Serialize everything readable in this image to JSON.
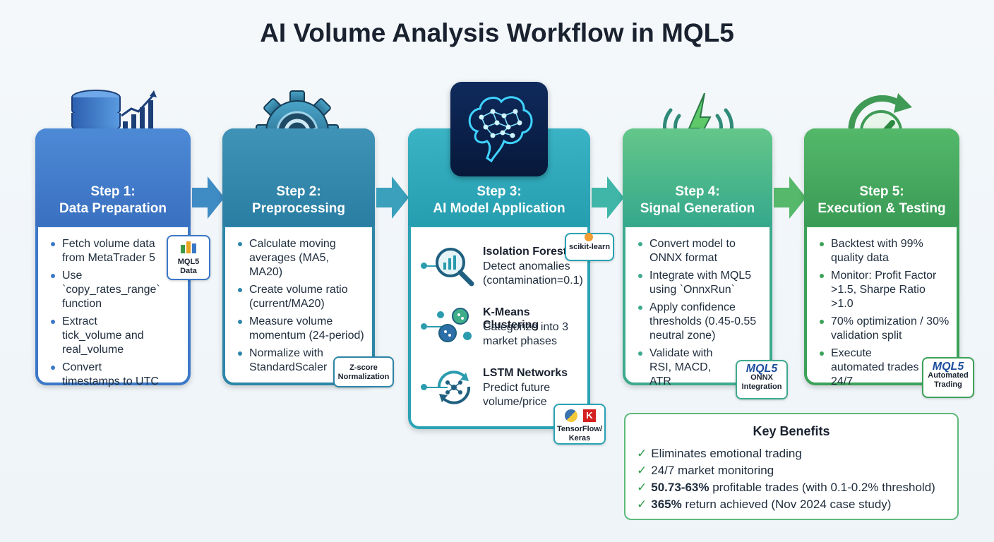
{
  "title": "AI Volume Analysis Workflow in MQL5",
  "steps": [
    {
      "label": "Step 1:",
      "name": "Data Preparation",
      "bullets": [
        "Fetch volume data from MetaTrader 5",
        "Use `copy_rates_range` function",
        "Extract tick_volume and real_volume",
        "Convert timestamps to UTC"
      ],
      "badge": {
        "line1": "MQL5",
        "line2": "Data"
      }
    },
    {
      "label": "Step 2:",
      "name": "Preprocessing",
      "bullets": [
        "Calculate moving averages (MA5, MA20)",
        "Create volume ratio (current/MA20)",
        "Measure volume momentum (24-period)",
        "Normalize with StandardScaler"
      ],
      "badge": {
        "line1": "Z-score",
        "line2": "Normalization"
      }
    },
    {
      "label": "Step 3:",
      "name": "AI Model Application",
      "models": [
        {
          "name": "Isolation Forest",
          "desc": "Detect anomalies (contamination=0.1)"
        },
        {
          "name": "K-Means Clustering",
          "desc": "Categorize into 3 market phases"
        },
        {
          "name": "LSTM Networks",
          "desc": "Predict future volume/price"
        }
      ],
      "badge_top": "scikit-learn",
      "badge_bottom": {
        "line1": "TensorFlow/",
        "line2": "Keras"
      }
    },
    {
      "label": "Step 4:",
      "name": "Signal Generation",
      "bullets": [
        "Convert model to ONNX format",
        "Integrate with MQL5 using `OnnxRun`",
        "Apply confidence thresholds (0.45-0.55 neutral zone)",
        "Validate with RSI, MACD, ATR"
      ],
      "badge": {
        "logo": "MQL5",
        "line1": "ONNX",
        "line2": "Integration"
      }
    },
    {
      "label": "Step 5:",
      "name": "Execution & Testing",
      "bullets": [
        "Backtest with 99% quality data",
        "Monitor: Profit Factor >1.5, Sharpe Ratio >1.0",
        "70% optimization / 30% validation split",
        "Execute automated trades 24/7"
      ],
      "badge": {
        "logo": "MQL5",
        "line1": "Automated",
        "line2": "Trading"
      }
    }
  ],
  "benefits": {
    "title": "Key Benefits",
    "items": [
      {
        "bold": "",
        "text": "Eliminates emotional trading"
      },
      {
        "bold": "",
        "text": "24/7 market monitoring"
      },
      {
        "bold": "50.73-63%",
        "text": " profitable trades (with 0.1-0.2% threshold)"
      },
      {
        "bold": "365%",
        "text": " return achieved (Nov 2024 case study)"
      }
    ]
  },
  "colors": {
    "step1": "#3b78c8",
    "step2": "#2d86a8",
    "step3": "#2aa3b5",
    "step4": "#3eaa8e",
    "step5": "#3ca25a",
    "check": "#2f9a4a"
  },
  "icons": [
    "database-search-chart-icon",
    "gear-icon",
    "brain-network-icon",
    "signal-tower-icon",
    "refresh-check-icon",
    "search-chart-icon",
    "cluster-icon",
    "lstm-cycle-icon",
    "check-icon"
  ]
}
